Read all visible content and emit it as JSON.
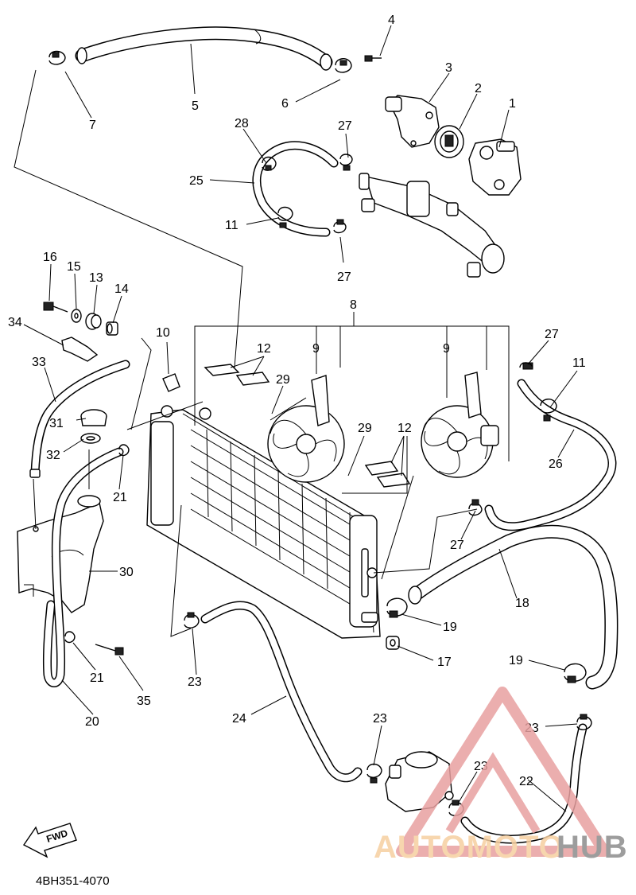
{
  "diagram": {
    "catalog_code": "4BH351-4070",
    "direction_label": "FWD",
    "watermark": {
      "part1": "AUTOMOTO",
      "part2": "HUB",
      "accent_color": "#e8a0a0",
      "text_color": "#f6cfa0",
      "hub_color": "#8c8c8c"
    },
    "callouts": [
      {
        "id": "c1",
        "label": "1"
      },
      {
        "id": "c2",
        "label": "2"
      },
      {
        "id": "c3",
        "label": "3"
      },
      {
        "id": "c4",
        "label": "4"
      },
      {
        "id": "c5",
        "label": "5"
      },
      {
        "id": "c6",
        "label": "6"
      },
      {
        "id": "c7",
        "label": "7"
      },
      {
        "id": "c8",
        "label": "8"
      },
      {
        "id": "c9a",
        "label": "9"
      },
      {
        "id": "c9b",
        "label": "9"
      },
      {
        "id": "c10",
        "label": "10"
      },
      {
        "id": "c11a",
        "label": "11"
      },
      {
        "id": "c11b",
        "label": "11"
      },
      {
        "id": "c12a",
        "label": "12"
      },
      {
        "id": "c12b",
        "label": "12"
      },
      {
        "id": "c13",
        "label": "13"
      },
      {
        "id": "c14",
        "label": "14"
      },
      {
        "id": "c15",
        "label": "15"
      },
      {
        "id": "c16",
        "label": "16"
      },
      {
        "id": "c17",
        "label": "17"
      },
      {
        "id": "c18",
        "label": "18"
      },
      {
        "id": "c19a",
        "label": "19"
      },
      {
        "id": "c19b",
        "label": "19"
      },
      {
        "id": "c20",
        "label": "20"
      },
      {
        "id": "c21a",
        "label": "21"
      },
      {
        "id": "c21b",
        "label": "21"
      },
      {
        "id": "c22",
        "label": "22"
      },
      {
        "id": "c23a",
        "label": "23"
      },
      {
        "id": "c23b",
        "label": "23"
      },
      {
        "id": "c23c",
        "label": "23"
      },
      {
        "id": "c23d",
        "label": "23"
      },
      {
        "id": "c24",
        "label": "24"
      },
      {
        "id": "c25",
        "label": "25"
      },
      {
        "id": "c26",
        "label": "26"
      },
      {
        "id": "c27a",
        "label": "27"
      },
      {
        "id": "c27b",
        "label": "27"
      },
      {
        "id": "c27c",
        "label": "27"
      },
      {
        "id": "c27d",
        "label": "27"
      },
      {
        "id": "c28",
        "label": "28"
      },
      {
        "id": "c29a",
        "label": "29"
      },
      {
        "id": "c29b",
        "label": "29"
      },
      {
        "id": "c30",
        "label": "30"
      },
      {
        "id": "c31",
        "label": "31"
      },
      {
        "id": "c32",
        "label": "32"
      },
      {
        "id": "c33",
        "label": "33"
      },
      {
        "id": "c34",
        "label": "34"
      },
      {
        "id": "c35",
        "label": "35"
      }
    ]
  }
}
